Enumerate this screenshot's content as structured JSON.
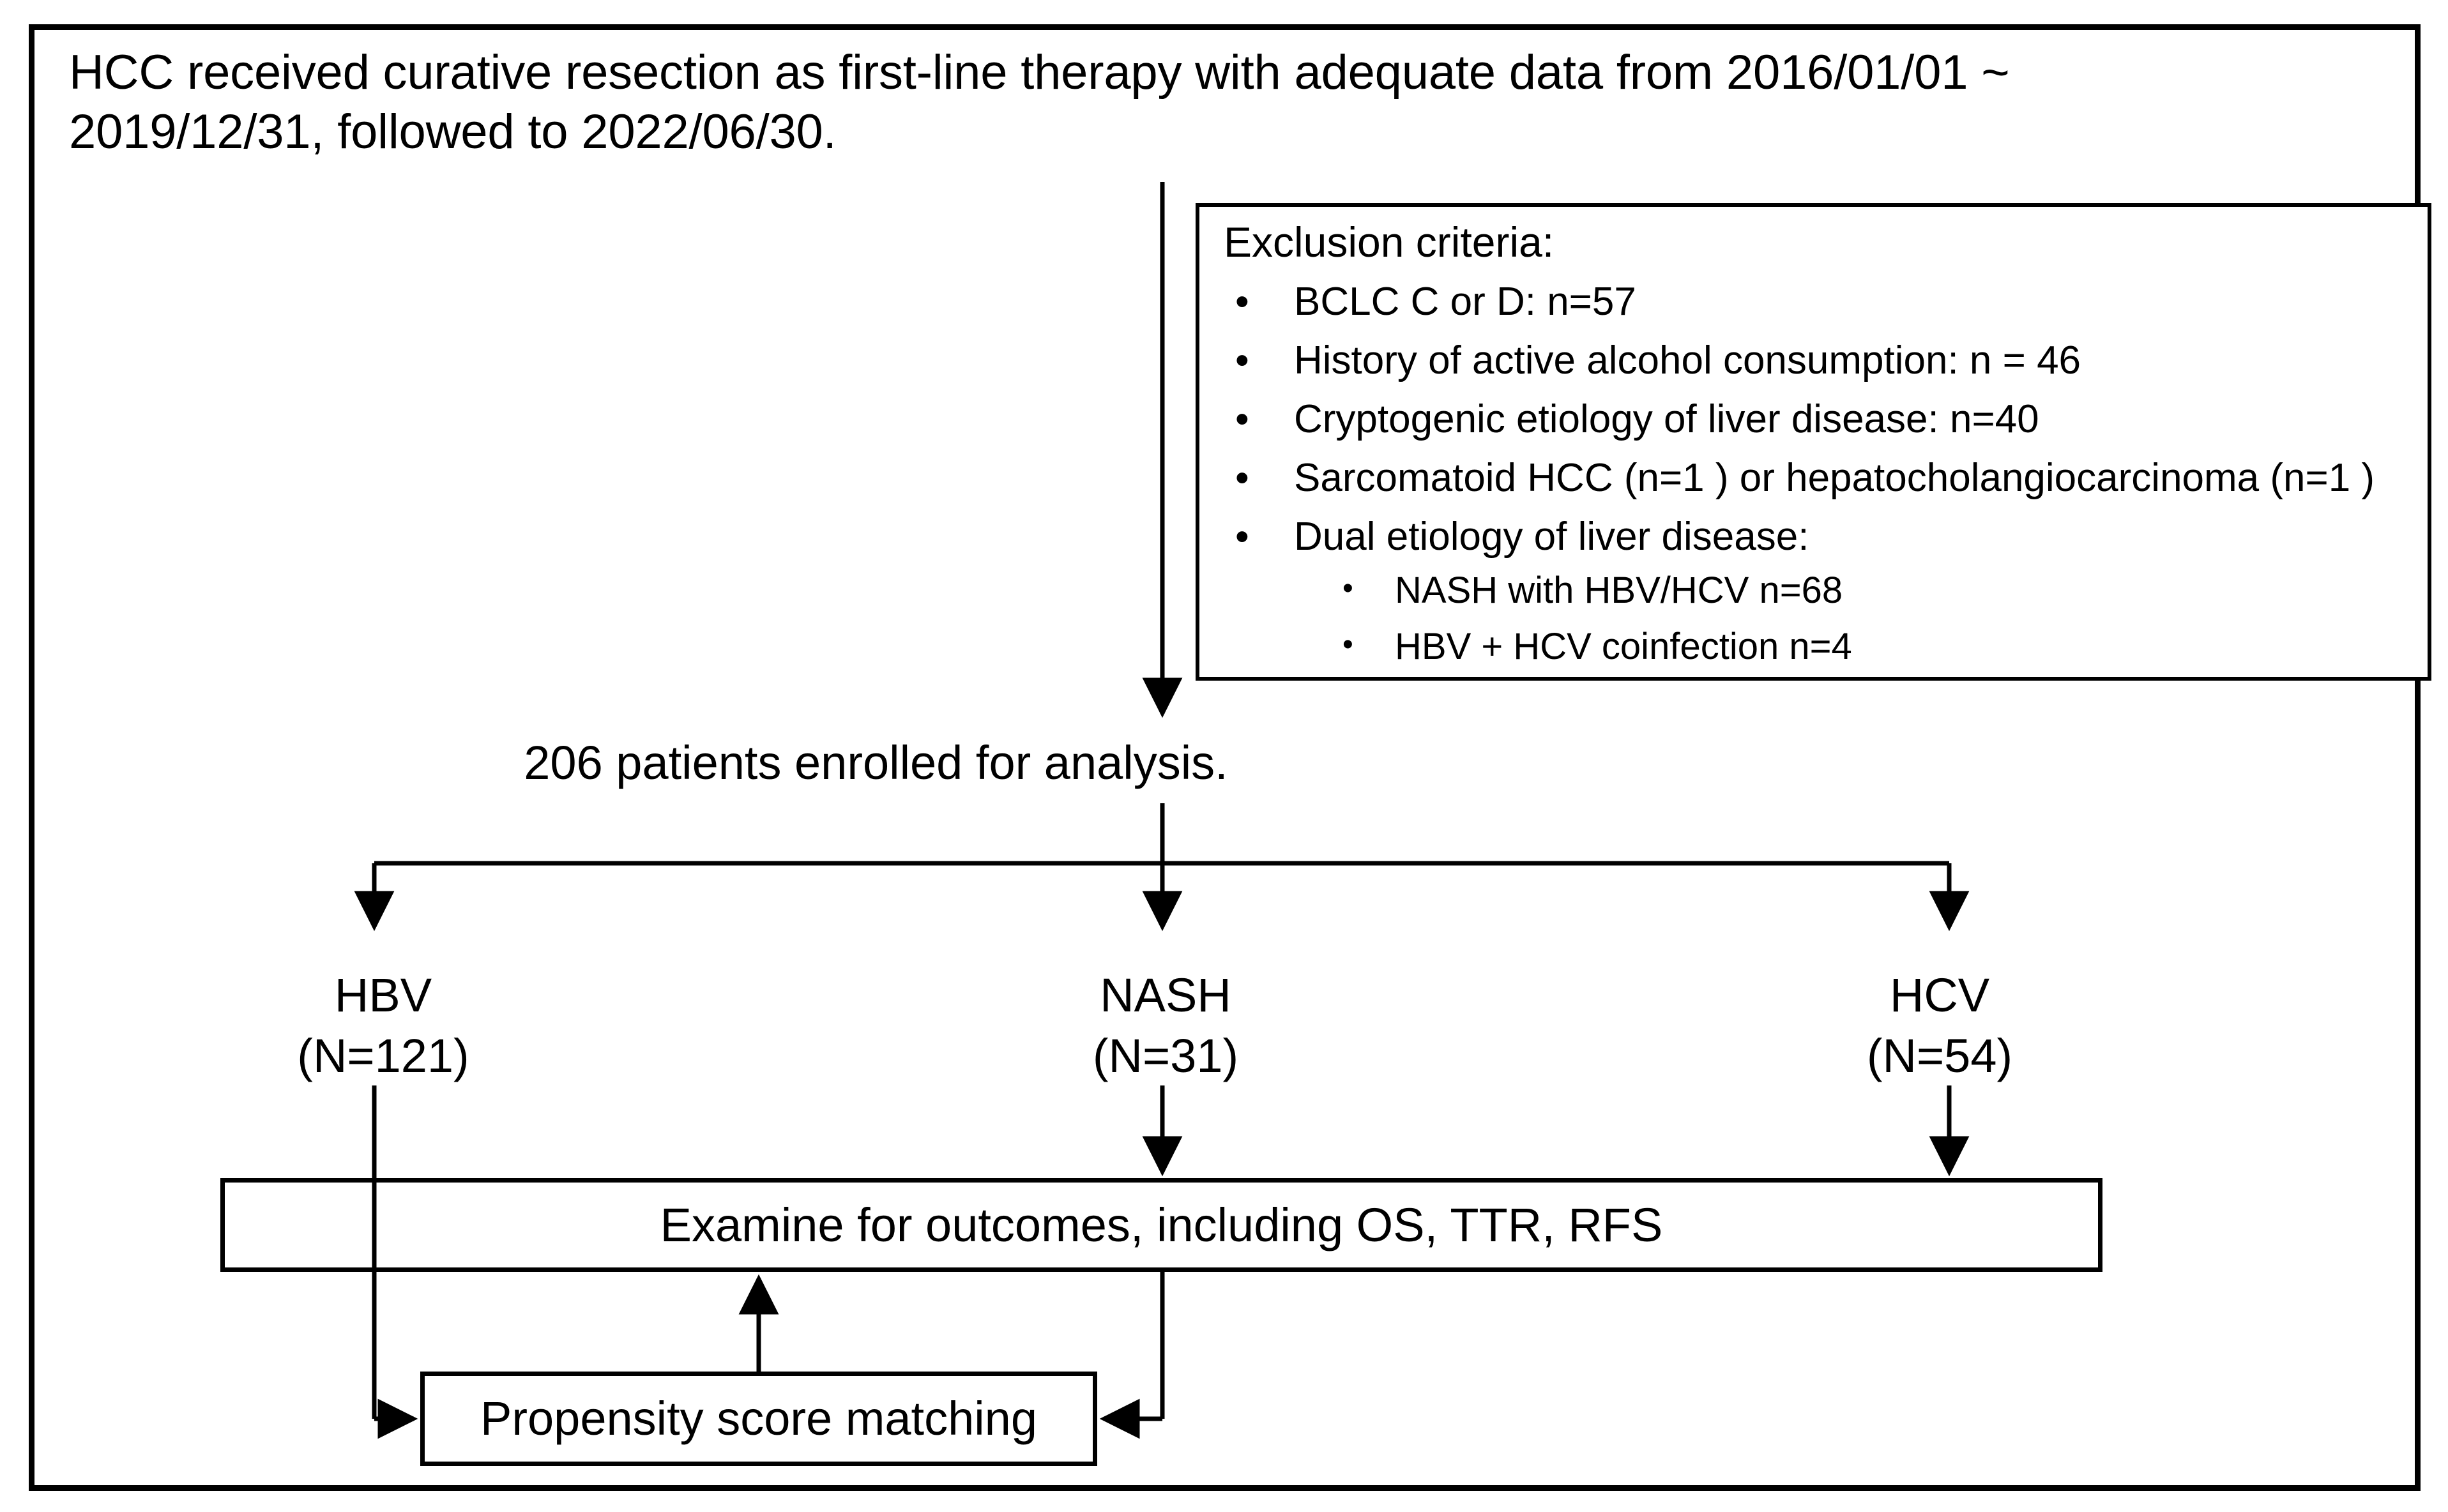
{
  "header": {
    "line1": "HCC received curative resection as first-line therapy with adequate data from 2016/01/01 ~",
    "line2": "2019/12/31, followed to 2022/06/30."
  },
  "exclusion": {
    "title": "Exclusion criteria:",
    "bullet_glyph": "•",
    "items": [
      "BCLC C or D: n=57",
      "History of active alcohol consumption:  n = 46",
      "Cryptogenic etiology of liver disease: n=40",
      "Sarcomatoid HCC (n=1 ) or hepatocholangiocarcinoma (n=1 )",
      "Dual etiology of liver disease:"
    ],
    "sub_items": [
      "NASH with HBV/HCV n=68",
      "HBV + HCV coinfection n=4"
    ]
  },
  "enrolled": {
    "label": "206 patients enrolled for analysis."
  },
  "groups": [
    {
      "name": "HBV",
      "count": "(N=121)"
    },
    {
      "name": "NASH",
      "count": "(N=31)"
    },
    {
      "name": "HCV",
      "count": "(N=54)"
    }
  ],
  "outcomes": {
    "label": "Examine for outcomes, including OS, TTR, RFS"
  },
  "psm": {
    "label": "Propensity score matching"
  },
  "colors": {
    "line": "#000000",
    "background": "#ffffff",
    "text": "#000000"
  }
}
